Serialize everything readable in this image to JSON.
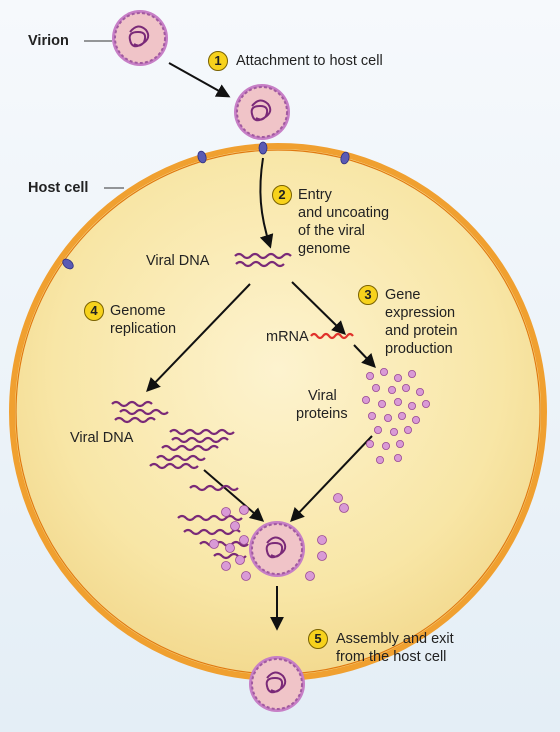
{
  "labels": {
    "virion": "Virion",
    "host_cell": "Host cell",
    "viral_dna_top": "Viral DNA",
    "viral_dna_bottom": "Viral DNA",
    "mrna": "mRNA",
    "viral_proteins_1": "Viral",
    "viral_proteins_2": "proteins"
  },
  "steps": [
    {
      "num": "1",
      "lines": [
        "Attachment to host cell"
      ]
    },
    {
      "num": "2",
      "lines": [
        "Entry",
        "and uncoating",
        "of the viral",
        "genome"
      ]
    },
    {
      "num": "3",
      "lines": [
        "Gene",
        "expression",
        "and protein",
        "production"
      ]
    },
    {
      "num": "4",
      "lines": [
        "Genome",
        "replication"
      ]
    },
    {
      "num": "5",
      "lines": [
        "Assembly and exit",
        "from the host cell"
      ]
    }
  ],
  "colors": {
    "cell_membrane": "#f0a030",
    "cytoplasm": "#f8e6a6",
    "capsid": "#f0c4c8",
    "capsomere": "#c77fc6",
    "genome": "#7a2a78",
    "mrna": "#e0322c",
    "protein": "#d99ad6",
    "receptor": "#5a5ab4",
    "step_badge": "#f7d21c"
  }
}
